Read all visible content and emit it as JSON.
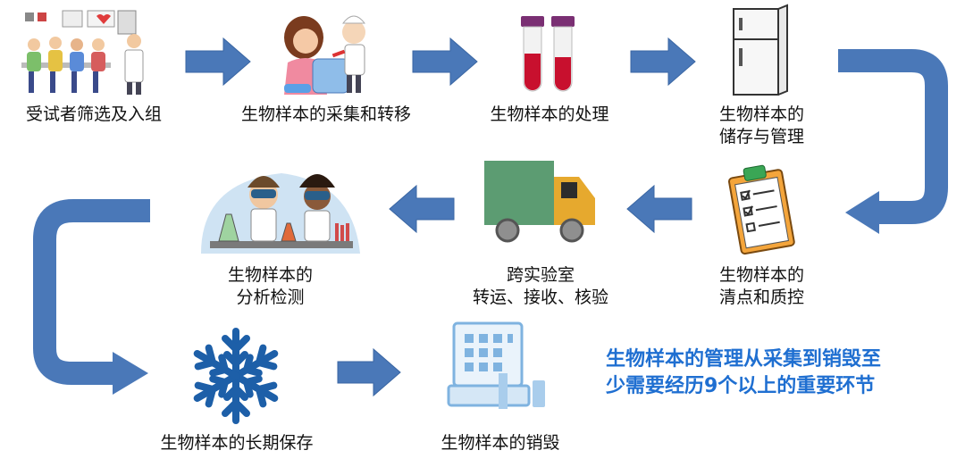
{
  "steps": [
    {
      "id": "screening",
      "label": [
        "受试者筛选及入组"
      ],
      "icon": "patients-waiting-room-icon"
    },
    {
      "id": "collection",
      "label": [
        "生物样本的采集和转移"
      ],
      "icon": "nurse-drawing-blood-icon"
    },
    {
      "id": "processing",
      "label": [
        "生物样本的处理"
      ],
      "icon": "blood-sample-tubes-icon"
    },
    {
      "id": "storage",
      "label": [
        "生物样本的",
        "储存与管理"
      ],
      "icon": "refrigerator-icon"
    },
    {
      "id": "inventory",
      "label": [
        "生物样本的",
        "清点和质控"
      ],
      "icon": "clipboard-checklist-icon"
    },
    {
      "id": "transfer",
      "label": [
        "跨实验室",
        "转运、接收、核验"
      ],
      "icon": "delivery-truck-icon"
    },
    {
      "id": "analysis",
      "label": [
        "生物样本的",
        "分析检测"
      ],
      "icon": "scientists-lab-icon"
    },
    {
      "id": "longterm",
      "label": [
        "生物样本的长期保存"
      ],
      "icon": "snowflake-icon"
    },
    {
      "id": "destruction",
      "label": [
        "生物样本的销毁"
      ],
      "icon": "shredder-icon"
    }
  ],
  "callout": [
    "生物样本的管理从采集到销毁至",
    "少需要经历9个以上的重要环节"
  ],
  "colors": {
    "arrow": "#4a78b8",
    "callout": "#1f6fd1",
    "snowflake": "#1d5fa8"
  }
}
